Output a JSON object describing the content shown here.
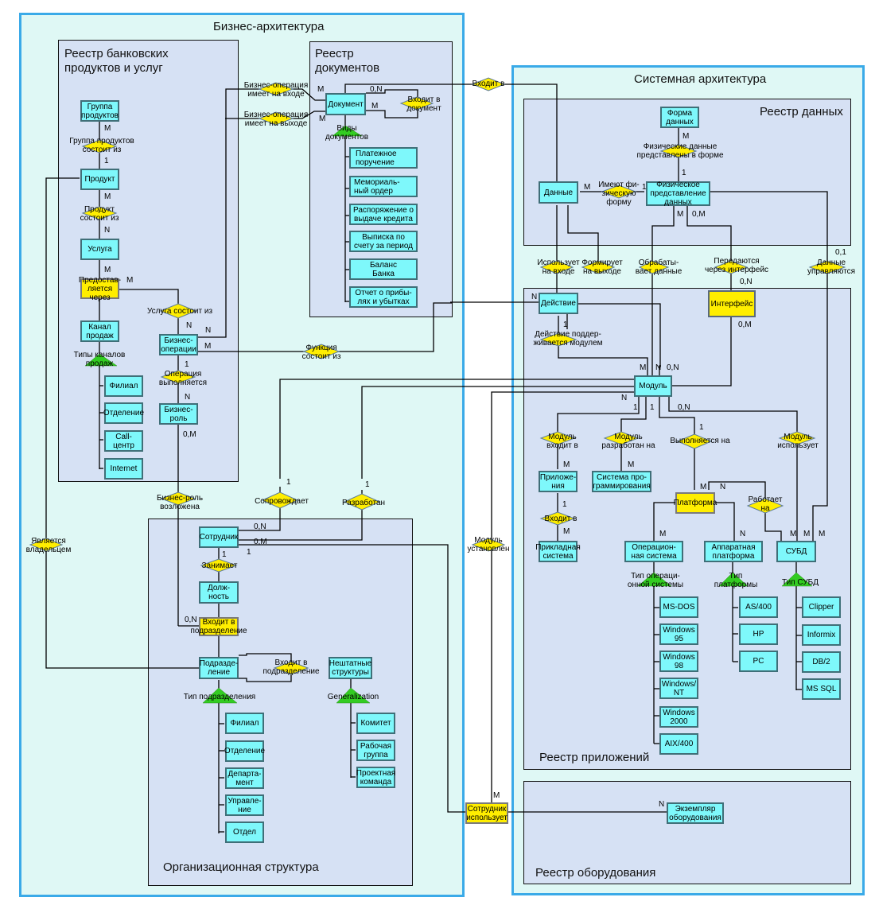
{
  "zones": {
    "business_architecture": "Бизнес-архитектура",
    "system_architecture": "Системная архитектура",
    "products_registry": "Реестр банковских\nпродуктов и услуг",
    "documents_registry": "Реестр\nдокументов",
    "org_structure": "Организационная структура",
    "data_registry": "Реестр данных",
    "applications_registry": "Реестр приложений",
    "equipment_registry": "Реестр оборудования"
  },
  "entities": {
    "product_group": "Группа\nпродуктов",
    "product": "Продукт",
    "service": "Услуга",
    "provided_via": "Предостав-\nляется через",
    "sales_channel": "Канал\nпродаж",
    "channel_branch": "Филиал",
    "channel_office": "Отделение",
    "channel_callcenter": "Call-центр",
    "channel_internet": "Internet",
    "business_operations": "Бизнес-\nоперации",
    "business_role": "Бизнес-\nроль",
    "document": "Документ",
    "doc_payment_order": "Платежное\nпоручение",
    "doc_memorial_order": "Мемориаль-\nный ордер",
    "doc_credit_order": "Распоряжение о\nвыдаче кредита",
    "doc_statement": "Выписка по\nсчету за период",
    "doc_balance": "Баланс\nБанка",
    "doc_pnl": "Отчет о прибы-\nлях и убытках",
    "employee": "Сотрудник",
    "position": "Долж-\nность",
    "joins_department": "Входит в\nподразделение",
    "department": "Подразде-\nление",
    "dept_branch": "Филиал",
    "dept_office": "Отделение",
    "dept_department": "Департа-\nмент",
    "dept_directorate": "Управле-\nние",
    "dept_section": "Отдел",
    "informal_structures": "Нештатные\nструктуры",
    "committee": "Комитет",
    "work_group": "Рабочая\nгруппа",
    "project_team": "Проектная\nкоманда",
    "data_form": "Форма\nданных",
    "data": "Данные",
    "physical_representation": "Физическое\nпредставление\nданных",
    "action": "Действие",
    "interface": "Интерфейс",
    "module": "Модуль",
    "applications": "Приложе-\nния",
    "programming_system": "Система про-\nграммирования",
    "applied_system": "Прикладная\nсистема",
    "platform": "Платформа",
    "operating_system": "Операцион-\nная система",
    "hardware_platform": "Аппаратная\nплатформа",
    "dbms": "СУБД",
    "os_msdos": "MS-DOS",
    "os_win95": "Windows\n95",
    "os_win98": "Windows\n98",
    "os_winnt": "Windows/\nNT",
    "os_win2000": "Windows\n2000",
    "os_aix": "AIX/400",
    "hw_as400": "AS/400",
    "hw_hp": "HP",
    "hw_pc": "PC",
    "db_clipper": "Clipper",
    "db_informix": "Informix",
    "db_db2": "DB/2",
    "db_mssql": "MS SQL",
    "employee_uses": "Сотрудник\nиспользует",
    "equipment_instance": "Экземпляр\nоборудования"
  },
  "relationships": {
    "product_group_consists": "Группа продуктов\nсостоит из",
    "product_consists": "Продукт\nсостоит из",
    "service_consists": "Услуга состоит из",
    "channel_types": "Типы каналов\nпродаж",
    "operation_performed": "Операция\nвыполняется",
    "bizop_input": "Бизнес-операция\nимеет на входе",
    "bizop_output": "Бизнес-операция\nимеет на выходе",
    "doc_types": "Виды\nдокументов",
    "part_of_document": "Входит в\nдокумент",
    "enters_into": "Входит в",
    "function_consists": "Функция\nсостоит из",
    "role_assigned": "Бизнес-роль\nвозложена",
    "is_owner": "Является\nвладельцем",
    "supports": "Сопровождает",
    "developed": "Разработан",
    "occupies": "Занимает",
    "part_of_dept": "Входит в\nподразделение",
    "dept_type": "Тип подразделения",
    "generalization": "Generalization",
    "module_installed": "Модуль\nустановлен",
    "phys_in_form": "Физические данные\nпредставлены в форме",
    "has_phys_form": "Имеют фи-\nзическую\nформу",
    "uses_input": "Использует\nна входе",
    "forms_output": "Формирует\nна выходе",
    "processes_data": "Обрабаты-\nвает данные",
    "via_interface": "Передаются\nчерез интерфейс",
    "data_managed": "Данные\nуправляются",
    "action_supported": "Действие поддер-\nживается модулем",
    "module_in": "Модуль\nвходит в",
    "module_developed_on": "Модуль\nразработан на",
    "runs_on": "Выполняется на",
    "module_uses": "Модуль\nиспользует",
    "app_enters": "Входит в",
    "works_on": "Работает\nна",
    "os_type": "Тип операци-\nонной системы",
    "platform_type": "Тип\nплатформы",
    "dbms_type": "Тип СУБД"
  },
  "cardinalities": {
    "c1": "M",
    "c2": "1",
    "c3": "M",
    "c4": "N",
    "c5": "M",
    "c6": "M",
    "c7": "N",
    "c8": "N",
    "c9": "M",
    "c10": "1",
    "c11": "N",
    "c12": "0,M",
    "c13": "M",
    "c14": "M",
    "c15": "0,N",
    "c16": "M",
    "c17": "0,N",
    "c18": "0,M",
    "c19": "1",
    "c20": "1",
    "c21": "0,N",
    "c22": "1",
    "c23": "1",
    "c24": "M",
    "c25": "1",
    "c26": "M",
    "c27": "1",
    "c28": "M",
    "c29": "0,M",
    "c30": "0,1",
    "c31": "0,N",
    "c32": "N",
    "c33": "1",
    "c34": "0,M",
    "c35": "M",
    "c36": "N",
    "c37": "0,N",
    "c38": "N",
    "c39": "1",
    "c40": "1",
    "c41": "0,N",
    "c42": "1",
    "c43": "M",
    "c44": "M",
    "c45": "1",
    "c46": "M",
    "c47": "M",
    "c48": "N",
    "c49": "M",
    "c50": "N",
    "c51": "M",
    "c52": "M",
    "c53": "M",
    "c54": "M",
    "c55": "N"
  },
  "colors": {
    "outer_fill": "#dff8f5",
    "outer_border": "#3aaae8",
    "inner_fill": "#d6e1f4",
    "entity_fill": "#7ef8fb",
    "relationship_fill": "#ffee00",
    "generalization_fill": "#33cc22"
  }
}
